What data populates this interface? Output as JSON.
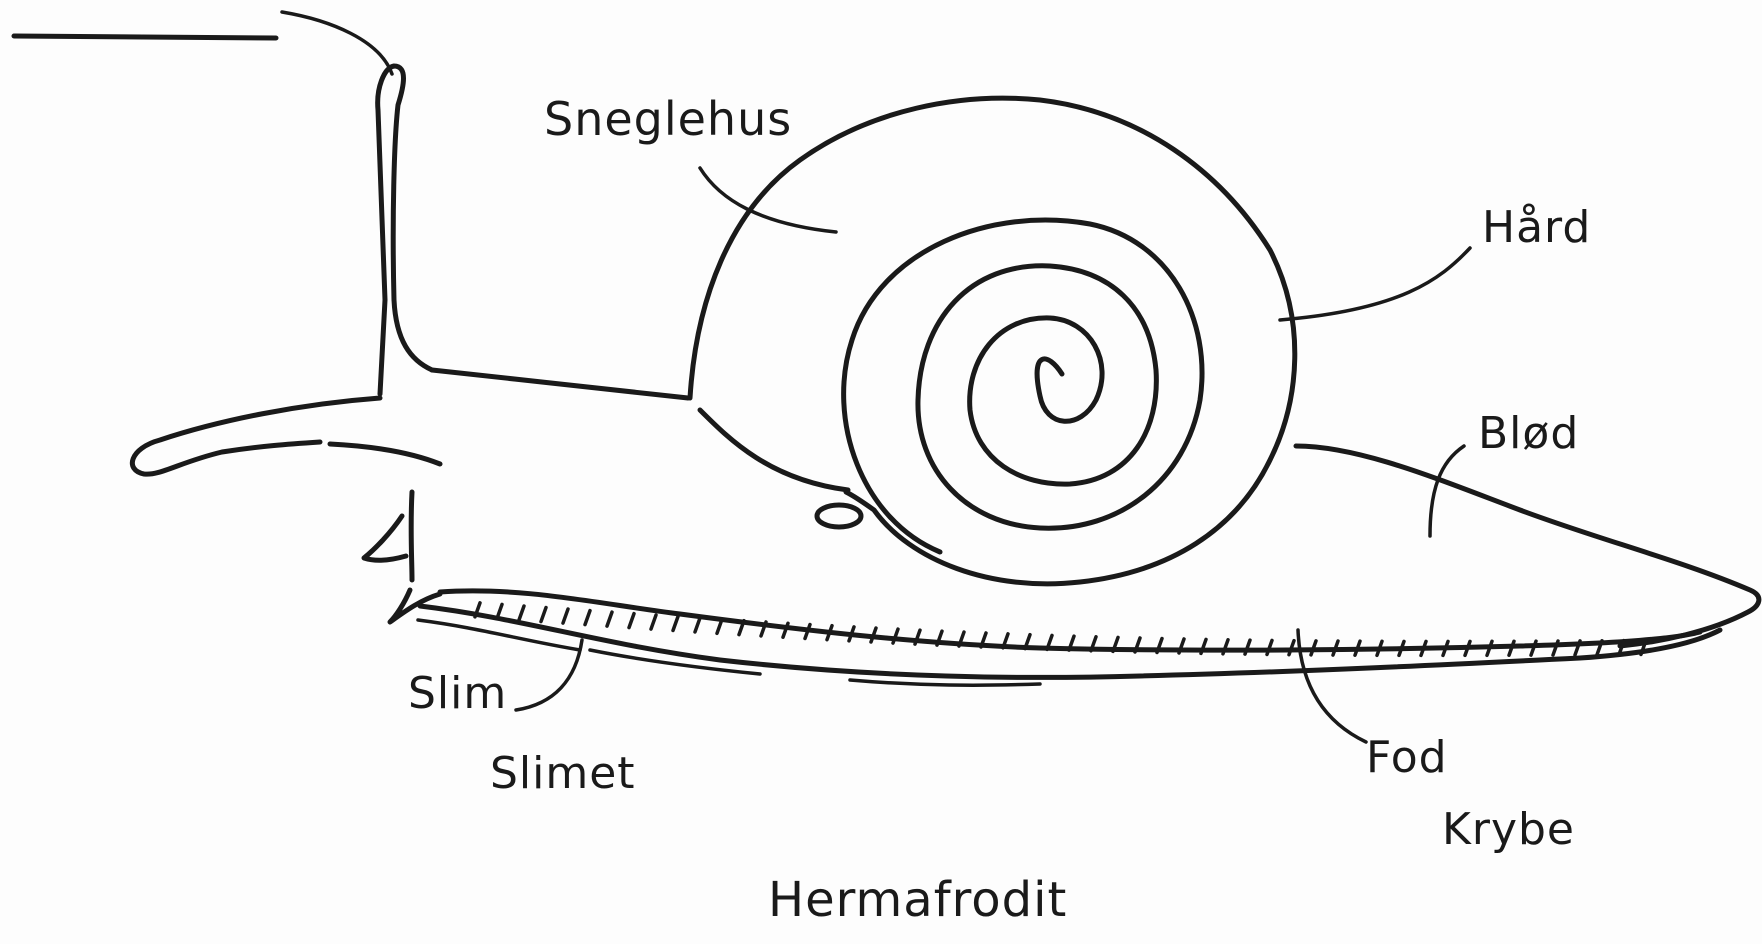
{
  "diagram": {
    "labels": {
      "shell": "Sneglehus",
      "hard": "Hård",
      "soft": "Blød",
      "slime": "Slim",
      "slimy": "Slimet",
      "foot": "Fod",
      "crawl": "Krybe",
      "hermaphrodite": "Hermafrodit"
    },
    "colors": {
      "ink": "#1a1a1a",
      "paper": "#fdfdfd"
    }
  }
}
